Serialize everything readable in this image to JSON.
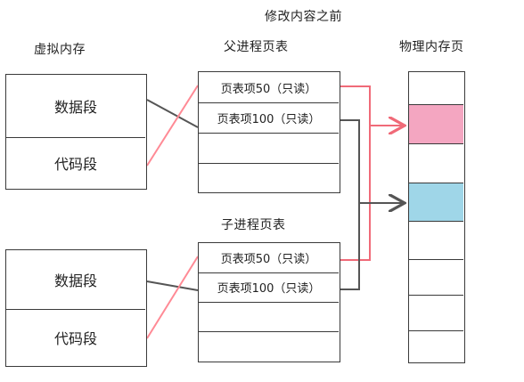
{
  "diagram": {
    "heading": "修改内容之前",
    "virtual_memory": {
      "title": "虚拟内存",
      "parent_segments": [
        "数据段",
        "代码段"
      ],
      "child_segments": [
        "数据段",
        "代码段"
      ]
    },
    "parent_page_table": {
      "title": "父进程页表",
      "entries": [
        "页表项50（只读）",
        "页表项100（只读）",
        "",
        ""
      ]
    },
    "child_page_table": {
      "title": "子进程页表",
      "entries": [
        "页表项50（只读）",
        "页表项100（只读）",
        "",
        ""
      ]
    },
    "physical_memory": {
      "title": "物理内存页",
      "highlighted_frames": [
        {
          "index": 1,
          "color": "#f4a6c1"
        },
        {
          "index": 3,
          "color": "#9fd6e8"
        }
      ]
    },
    "colors": {
      "outline": "#3a3a3a",
      "readonly_link": "#f06a78",
      "code_link": "#ff8a95",
      "data_link": "#555555"
    }
  }
}
